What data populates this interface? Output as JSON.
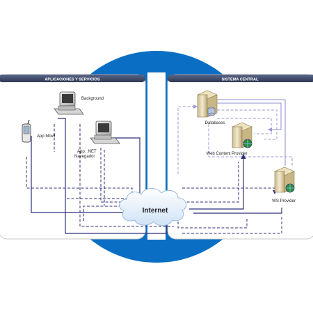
{
  "panels": {
    "left": {
      "title": "APLICACIONES Y SERVICIOS"
    },
    "right": {
      "title": "SISTEMA CENTRAL"
    }
  },
  "nodes": {
    "app_movil": "App Movil",
    "background": "Background",
    "app_net_line1": "App. .NET",
    "app_net_line2": "Navegador",
    "internet": "Internet",
    "databases": "Databases",
    "web_content_provider": "Web Content Provider",
    "ws_provider": "WS Provider"
  },
  "colors": {
    "ring": "#0a6fc4",
    "panel_header": "#3f4a66",
    "line_solid": "#2e2e7a",
    "line_dashed_light": "#9a9ad6",
    "line_solid_light": "#8c8cd0"
  }
}
